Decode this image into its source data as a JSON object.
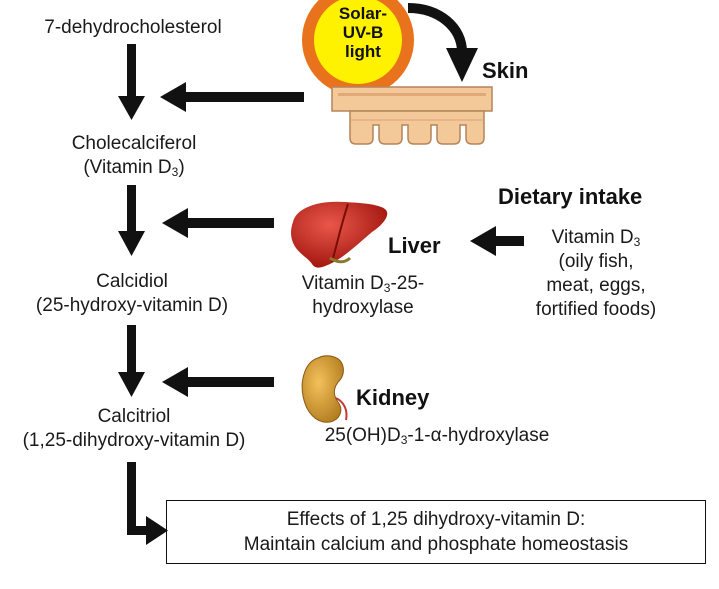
{
  "pathway": {
    "precursor": "7-dehydrocholesterol",
    "vitamin_d3_name": "Cholecalciferol",
    "vitamin_d3_paren": "(Vitamin D",
    "vitamin_d3_sub": "3",
    "vitamin_d3_close": ")",
    "calcidiol_name": "Calcidiol",
    "calcidiol_paren": "(25-hydroxy-vitamin D)",
    "calcitriol_name": "Calcitriol",
    "calcitriol_paren": "(1,25-dihydroxy-vitamin D)"
  },
  "sun": {
    "line1": "Solar-",
    "line2": "UV-B",
    "line3": "light"
  },
  "skin": {
    "label": "Skin"
  },
  "liver": {
    "label": "Liver",
    "enzyme_prefix": "Vitamin D",
    "enzyme_sub": "3",
    "enzyme_suffix": "-25-",
    "enzyme_line2": "hydroxylase"
  },
  "diet": {
    "heading": "Dietary intake",
    "vitamin_prefix": "Vitamin D",
    "vitamin_sub": "3",
    "line2": "(oily fish,",
    "line3": "meat, eggs,",
    "line4": "fortified foods)"
  },
  "kidney": {
    "label": "Kidney",
    "enzyme_prefix": "25(OH)D",
    "enzyme_sub": "3",
    "enzyme_suffix": "-1-α-hydroxylase"
  },
  "effects": {
    "line1": "Effects of 1,25 dihydroxy-vitamin D:",
    "line2": "Maintain calcium and phosphate homeostasis"
  },
  "colors": {
    "arrow": "#111111",
    "sun_ring": "#e8731c",
    "sun_core": "#fff200",
    "skin_fill": "#f4c99a",
    "skin_stroke": "#b5845a",
    "liver": "#c8241a",
    "kidney": "#d9a234"
  },
  "icons": {
    "sun": "sun-icon",
    "skin": "skin-icon",
    "liver": "liver-icon",
    "kidney": "kidney-icon"
  }
}
